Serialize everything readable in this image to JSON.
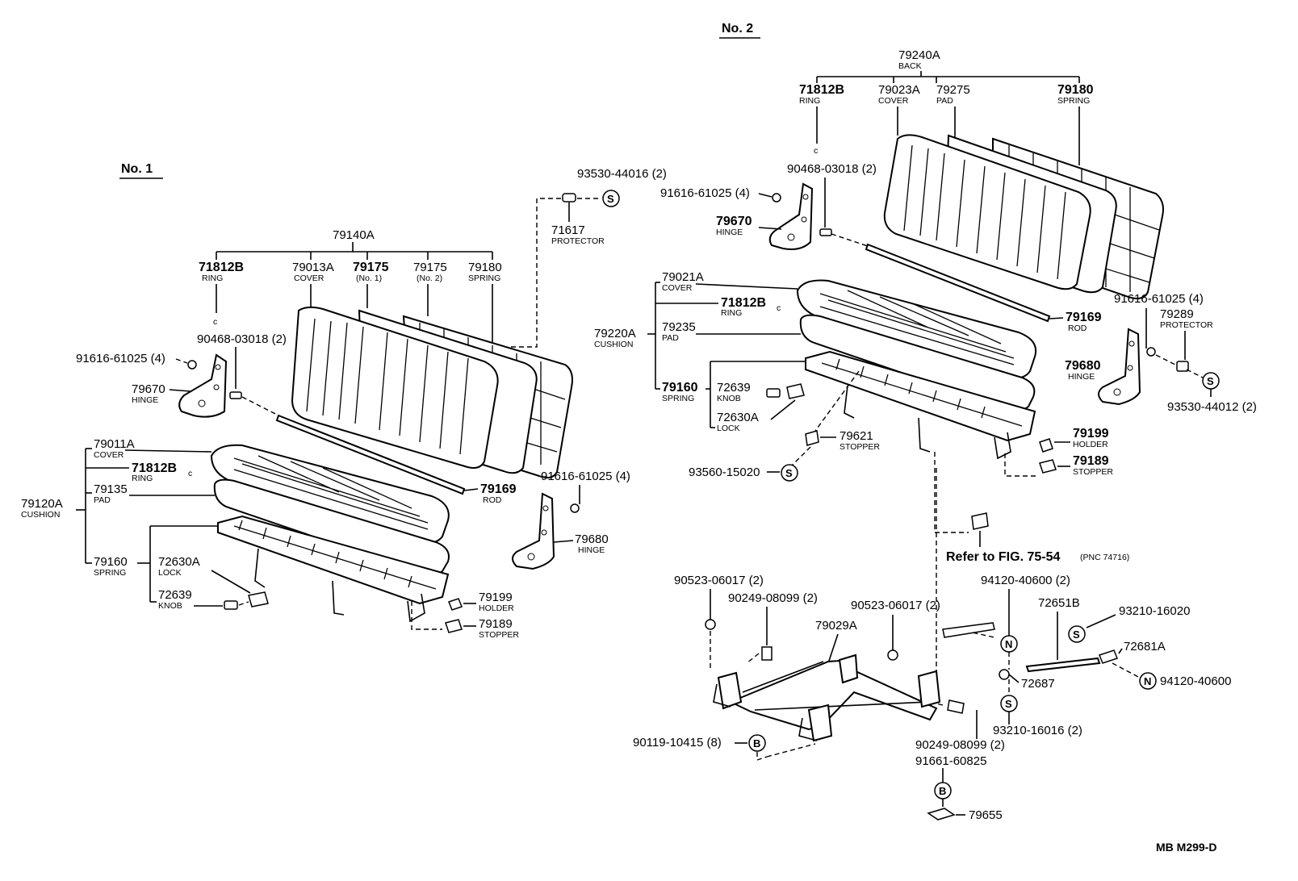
{
  "no1": {
    "title": "No. 1",
    "back_assy": "79140A",
    "ring_pn": "71812B",
    "ring_lbl": "RING",
    "cover_pn": "79013A",
    "cover_lbl": "COVER",
    "pad1_pn": "79175",
    "pad1_lbl": "(No. 1)",
    "pad2_pn": "79175",
    "pad2_lbl": "(No. 2)",
    "spring_pn": "79180",
    "spring_lbl": "SPRING",
    "protector_screw": "93530-44016 (2)",
    "protector_pn": "71617",
    "protector_lbl": "PROTECTOR",
    "bolt_pn": "90468-03018 (2)",
    "hinge_bolt_pn": "91616-61025 (4)",
    "hinge_l_pn": "79670",
    "hinge_l_lbl": "HINGE",
    "cushion_cover_pn": "79011A",
    "cushion_cover_lbl": "COVER",
    "cushion_ring_pn": "71812B",
    "cushion_ring_lbl": "RING",
    "cushion_pad_pn": "79135",
    "cushion_pad_lbl": "PAD",
    "cushion_assy_pn": "79120A",
    "cushion_assy_lbl": "CUSHION",
    "cushion_spring_pn": "79160",
    "cushion_spring_lbl": "SPRING",
    "lock_pn": "72630A",
    "lock_lbl": "LOCK",
    "knob_pn": "72639",
    "knob_lbl": "KNOB",
    "rod_pn": "79169",
    "rod_lbl": "ROD",
    "hinge_r_bolt_pn": "91616-61025 (4)",
    "hinge_r_pn": "79680",
    "hinge_r_lbl": "HINGE",
    "holder_pn": "79199",
    "holder_lbl": "HOLDER",
    "stopper_pn": "79189",
    "stopper_lbl": "STOPPER"
  },
  "no2": {
    "title": "No. 2",
    "back_assy": "79240A",
    "back_lbl": "BACK",
    "ring_pn": "71812B",
    "ring_lbl": "RING",
    "cover_pn": "79023A",
    "cover_lbl": "COVER",
    "pad_pn": "79275",
    "pad_lbl": "PAD",
    "spring_pn": "79180",
    "spring_lbl": "SPRING",
    "bolt_pn": "90468-03018 (2)",
    "hinge_bolt_pn": "91616-61025 (4)",
    "hinge_l_pn": "79670",
    "hinge_l_lbl": "HINGE",
    "cushion_cover_pn": "79021A",
    "cushion_cover_lbl": "COVER",
    "cushion_ring_pn": "71812B",
    "cushion_ring_lbl": "RING",
    "cushion_assy_pn": "79220A",
    "cushion_assy_lbl": "CUSHION",
    "cushion_pad_pn": "79235",
    "cushion_pad_lbl": "PAD",
    "cushion_spring_pn": "79160",
    "cushion_spring_lbl": "SPRING",
    "knob_pn": "72639",
    "knob_lbl": "KNOB",
    "lock_pn": "72630A",
    "lock_lbl": "LOCK",
    "stopper1_pn": "79621",
    "stopper1_lbl": "STOPPER",
    "stopper1_screw": "93560-15020",
    "rod_pn": "79169",
    "rod_lbl": "ROD",
    "hinge_r_bolt_pn": "91616-61025 (4)",
    "protector_pn": "79289",
    "protector_lbl": "PROTECTOR",
    "hinge_r_pn": "79680",
    "hinge_r_lbl": "HINGE",
    "protector_screw": "93530-44012 (2)",
    "holder_pn": "79199",
    "holder_lbl": "HOLDER",
    "stopper_pn": "79189",
    "stopper_lbl": "STOPPER",
    "refer_text": "Refer to FIG. 75-54",
    "refer_pnc": "(PNC 74716)"
  },
  "frame": {
    "nut1": "90523-06017 (2)",
    "bolt1": "90249-08099 (2)",
    "frame_pn": "79029A",
    "nut2": "90523-06017 (2)",
    "nut3": "94120-40600 (2)",
    "rod_pn": "72651B",
    "pin1": "93210-16020",
    "lever_pn": "72681A",
    "nut4": "94120-40600",
    "pin2_pn": "72687",
    "pin3": "93210-16016 (2)",
    "bolt2": "90249-08099 (2)",
    "bolt3": "90119-10415 (8)",
    "screw": "91661-60825",
    "plate_pn": "79655"
  },
  "marks": {
    "s": "S",
    "n": "N",
    "b": "B"
  },
  "drawing_code": "MB  M299-D"
}
